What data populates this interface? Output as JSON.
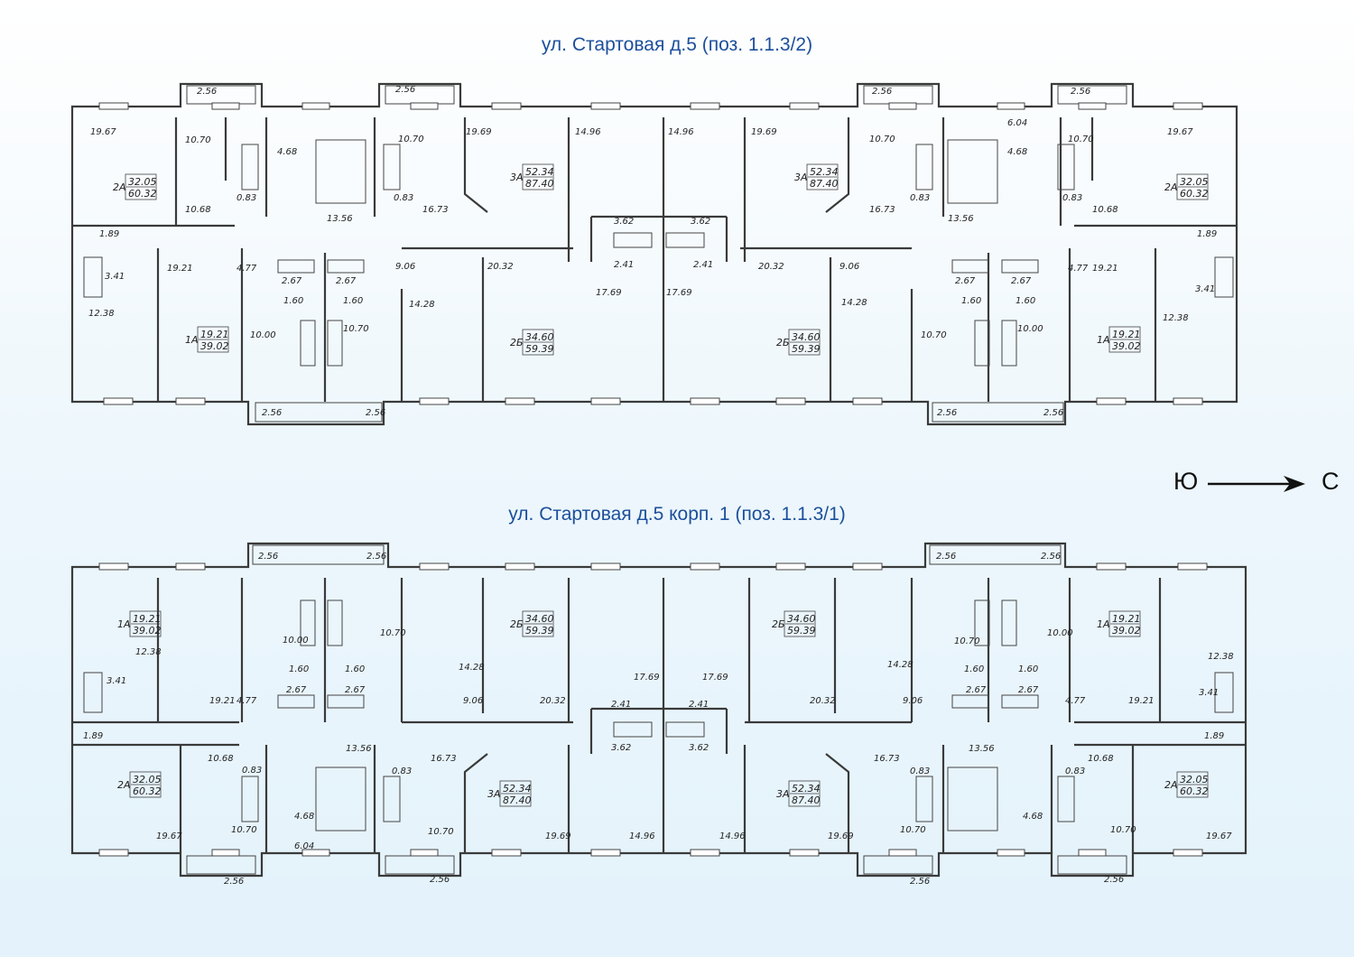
{
  "titles": {
    "top": "ул. Стартовая д.5 (поз. 1.1.3/2)",
    "bottom": "ул. Стартовая д.5 корп. 1 (поз. 1.1.3/1)"
  },
  "compass": {
    "from": "Ю",
    "to": "С"
  },
  "colors": {
    "title": "#1c4f9c",
    "wall": "#3a3a3a",
    "background": "#e3f2fb"
  },
  "plans": {
    "top": {
      "apartments": [
        {
          "code": "2А",
          "living": "32.05",
          "total": "60.32"
        },
        {
          "code": "3А",
          "living": "52.34",
          "total": "87.40"
        },
        {
          "code": "3А",
          "living": "52.34",
          "total": "87.40"
        },
        {
          "code": "2А",
          "living": "32.05",
          "total": "60.32"
        },
        {
          "code": "1А",
          "living": "19.21",
          "total": "39.02"
        },
        {
          "code": "2Б",
          "living": "34.60",
          "total": "59.39"
        },
        {
          "code": "2Б",
          "living": "34.60",
          "total": "59.39"
        },
        {
          "code": "1А",
          "living": "19.21",
          "total": "39.02"
        }
      ],
      "areas": [
        "2.56",
        "2.56",
        "2.56",
        "2.56",
        "19.67",
        "10.70",
        "10.68",
        "0.83",
        "4.68",
        "13.56",
        "10.70",
        "0.83",
        "16.73",
        "19.69",
        "14.96",
        "3.62",
        "2.41",
        "14.96",
        "19.69",
        "3.62",
        "2.41",
        "10.70",
        "0.83",
        "16.73",
        "6.04",
        "4.68",
        "13.56",
        "10.70",
        "0.83",
        "10.68",
        "19.67",
        "1.89",
        "3.41",
        "12.38",
        "19.21",
        "4.77",
        "2.67",
        "1.60",
        "10.00",
        "9.06",
        "2.67",
        "1.60",
        "10.70",
        "14.28",
        "20.32",
        "17.69",
        "17.69",
        "20.32",
        "9.06",
        "14.28",
        "2.67",
        "1.60",
        "10.70",
        "2.67",
        "1.60",
        "10.00",
        "4.77",
        "19.21",
        "1.89",
        "3.41",
        "12.38",
        "2.56",
        "2.56",
        "2.56",
        "2.56"
      ]
    },
    "bottom": {
      "apartments": [
        {
          "code": "1А",
          "living": "19.21",
          "total": "39.02"
        },
        {
          "code": "2Б",
          "living": "34.60",
          "total": "59.39"
        },
        {
          "code": "2Б",
          "living": "34.60",
          "total": "59.39"
        },
        {
          "code": "1А",
          "living": "19.21",
          "total": "39.02"
        },
        {
          "code": "2А",
          "living": "32.05",
          "total": "60.32"
        },
        {
          "code": "3А",
          "living": "52.34",
          "total": "87.40"
        },
        {
          "code": "3А",
          "living": "52.34",
          "total": "87.40"
        },
        {
          "code": "2А",
          "living": "32.05",
          "total": "60.32"
        }
      ],
      "areas": [
        "2.56",
        "2.56",
        "2.56",
        "2.56",
        "12.38",
        "3.41",
        "1.89",
        "19.21",
        "4.77",
        "10.00",
        "1.60",
        "2.67",
        "10.70",
        "1.60",
        "2.67",
        "14.28",
        "9.06",
        "20.32",
        "17.69",
        "2.41",
        "3.62",
        "17.69",
        "2.41",
        "3.62",
        "20.32",
        "14.28",
        "9.06",
        "10.70",
        "1.60",
        "2.67",
        "10.00",
        "1.60",
        "2.67",
        "4.77",
        "19.21",
        "12.38",
        "3.41",
        "1.89",
        "10.68",
        "0.83",
        "10.70",
        "19.67",
        "13.56",
        "4.68",
        "6.04",
        "0.83",
        "16.73",
        "10.70",
        "19.69",
        "14.96",
        "14.96",
        "19.69",
        "16.73",
        "0.83",
        "10.70",
        "13.56",
        "4.68",
        "0.83",
        "10.68",
        "10.70",
        "19.67",
        "2.56",
        "2.56",
        "2.56",
        "2.56"
      ]
    }
  }
}
